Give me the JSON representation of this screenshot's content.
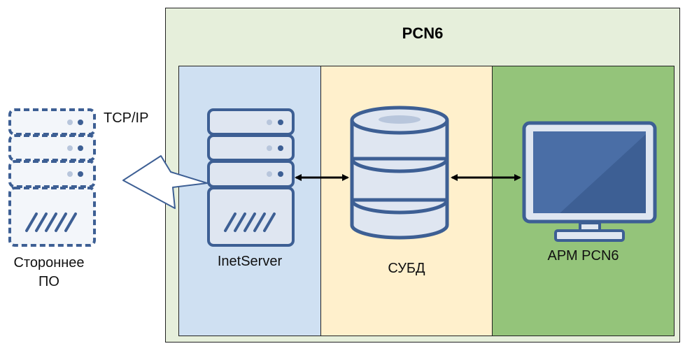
{
  "diagram": {
    "title": "PCN6",
    "external_system": {
      "label_line1": "Стороннее",
      "label_line2": "ПО",
      "icon": "server-icon"
    },
    "connection": {
      "label": "TCP/IP",
      "icon": "lightning-icon"
    },
    "nodes": [
      {
        "id": "inetserver",
        "label": "InetServer",
        "icon": "server-icon"
      },
      {
        "id": "subd",
        "label": "СУБД",
        "icon": "database-icon"
      },
      {
        "id": "arm",
        "label": "АРМ PCN6",
        "icon": "monitor-icon"
      }
    ],
    "links": [
      {
        "from": "inetserver",
        "to": "subd",
        "type": "bidirectional"
      },
      {
        "from": "subd",
        "to": "arm",
        "type": "bidirectional"
      }
    ],
    "colors": {
      "outer_background": "#e6efdb",
      "server_column": "#cfe0f2",
      "database_column": "#fff0cc",
      "workstation_column": "#94c47a",
      "icon_stroke": "#3d5f94",
      "icon_fill": "#e9eef6",
      "screen_fill": "#3d5f94"
    }
  }
}
